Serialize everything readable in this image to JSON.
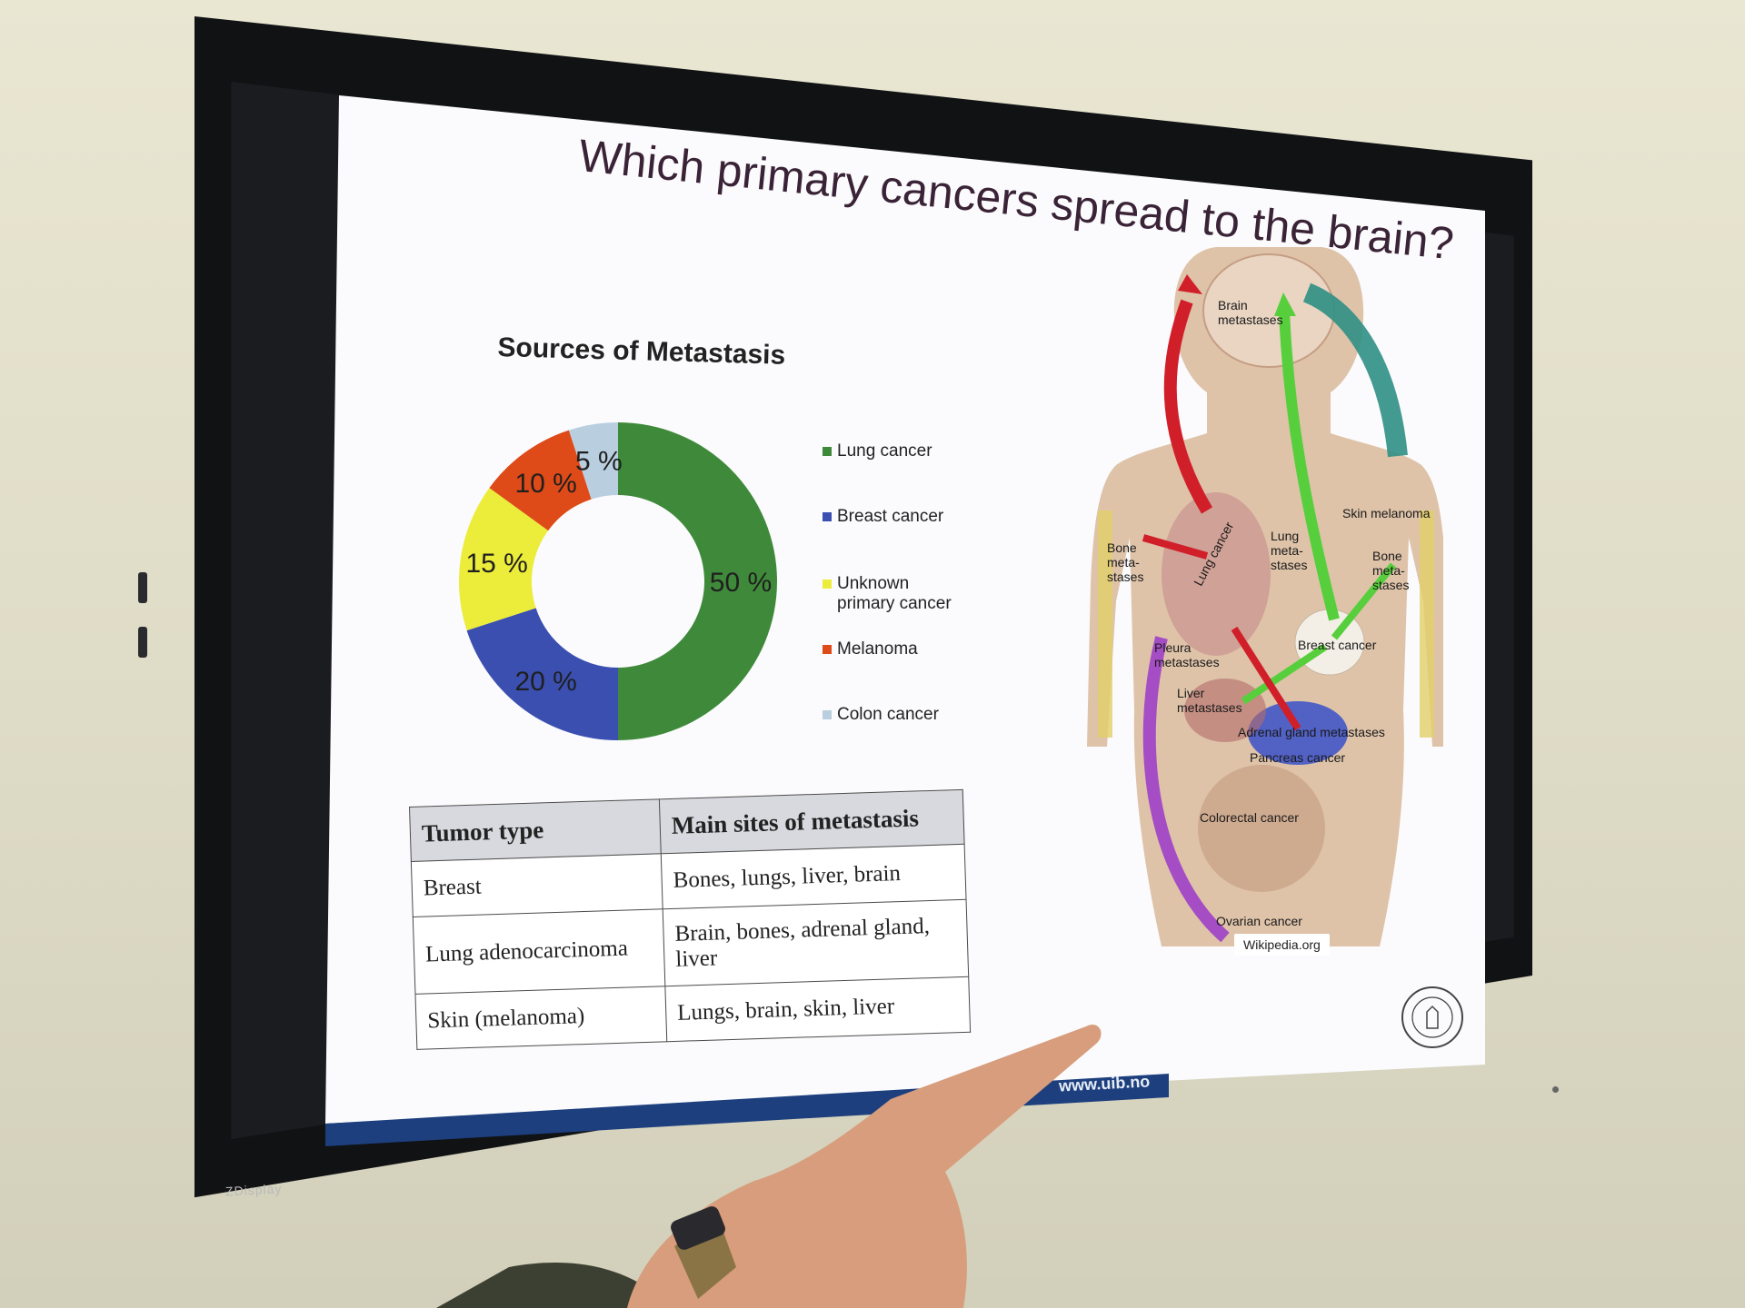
{
  "slide": {
    "title": "Which primary cancers spread to the brain?",
    "footer_url": "www.uib.no"
  },
  "monitor": {
    "brand": "ZDisplay"
  },
  "chart_data": {
    "type": "pie",
    "title": "Sources of Metastasis",
    "categories": [
      "Lung cancer",
      "Breast cancer",
      "Unknown primary cancer",
      "Melanoma",
      "Colon cancer"
    ],
    "values": [
      50,
      20,
      15,
      10,
      5
    ],
    "labels": [
      "50 %",
      "20 %",
      "15 %",
      "10 %",
      "5 %"
    ],
    "colors": [
      "#3f8a3a",
      "#3a4fb0",
      "#ecec3a",
      "#de4a18",
      "#b9cfe0"
    ],
    "legend": "right",
    "legend_lines": [
      [
        "Lung cancer"
      ],
      [
        "Breast cancer"
      ],
      [
        "Unknown",
        "primary cancer"
      ],
      [
        "Melanoma"
      ],
      [
        "Colon cancer"
      ]
    ]
  },
  "table": {
    "headers": [
      "Tumor type",
      "Main sites of metastasis"
    ],
    "rows": [
      [
        "Breast",
        "Bones, lungs, liver, brain"
      ],
      [
        "Lung adenocarcinoma",
        "Brain, bones, adrenal gland, liver"
      ],
      [
        "Skin (melanoma)",
        "Lungs, brain, skin, liver"
      ]
    ]
  },
  "anatomy": {
    "labels": {
      "brain": [
        "Brain",
        "metastases"
      ],
      "skin_melanoma": "Skin melanoma",
      "bone_left": [
        "Bone",
        "meta-",
        "stases"
      ],
      "lung_meta": [
        "Lung",
        "meta-",
        "stases"
      ],
      "bone_right": [
        "Bone",
        "meta-",
        "stases"
      ],
      "lung_cancer": "Lung cancer",
      "breast_cancer": "Breast cancer",
      "pleura": [
        "Pleura",
        "metastases"
      ],
      "liver": [
        "Liver",
        "metastases"
      ],
      "adrenal": "Adrenal gland metastases",
      "pancreas": "Pancreas cancer",
      "colorectal": "Colorectal cancer",
      "ovarian": "Ovarian cancer"
    },
    "credit": "Wikipedia.org"
  },
  "colors": {
    "wall": "#e4e1cc",
    "bezel": "#111214",
    "slide_bg": "#fbfbfd",
    "footer": "#1d3f7e",
    "arrow_red": "#d11f2a",
    "arrow_green": "#57cf3c",
    "arrow_teal": "#2f8f84",
    "arrow_purple": "#a54dc4"
  }
}
